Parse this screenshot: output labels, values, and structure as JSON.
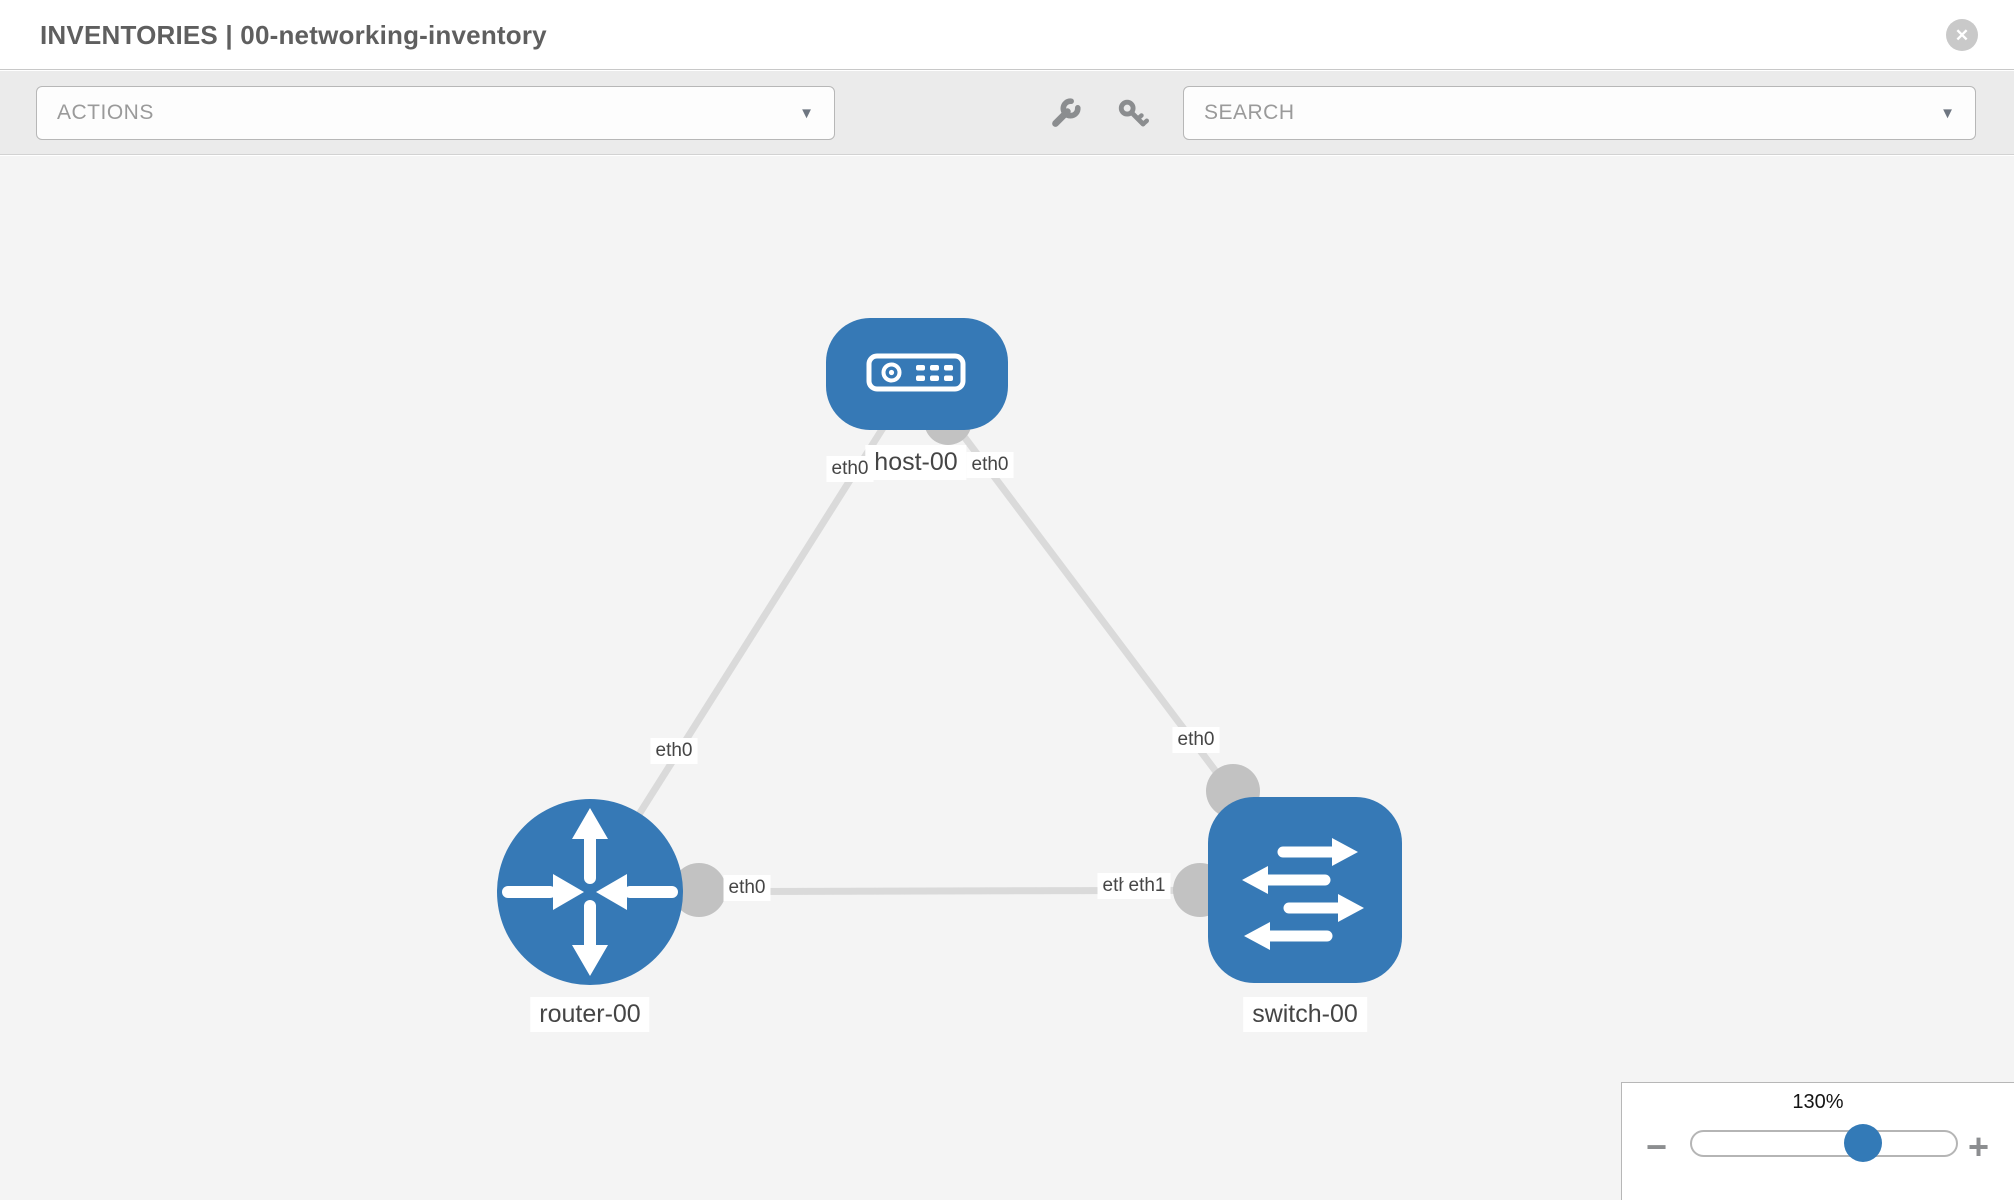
{
  "header": {
    "title": "INVENTORIES | 00-networking-inventory"
  },
  "toolbar": {
    "actions_label": "ACTIONS",
    "search_label": "SEARCH"
  },
  "icons": {
    "close_glyph": "✕",
    "dropdown_arrow_glyph": "▼",
    "zoom_out_glyph": "−",
    "zoom_in_glyph": "+"
  },
  "colors": {
    "node_blue": "#3679b6",
    "port_gray": "#c2c2c2",
    "edge_gray": "#dadada",
    "canvas_bg": "#f4f4f4",
    "slider_handle_blue": "#337ab7"
  },
  "topology": {
    "nodes": [
      {
        "label": "host-00",
        "type": "host"
      },
      {
        "label": "router-00",
        "type": "router"
      },
      {
        "label": "switch-00",
        "type": "switch"
      }
    ],
    "links": [
      {
        "from": "router-00",
        "to": "host-00"
      },
      {
        "from": "host-00",
        "to": "switch-00"
      },
      {
        "from": "router-00",
        "to": "switch-00"
      }
    ],
    "interface_labels": [
      {
        "text": "eth0"
      },
      {
        "text": "eth0"
      },
      {
        "text": "eth0"
      },
      {
        "text": "eth0"
      },
      {
        "text": "eth0"
      },
      {
        "text": "eth0"
      },
      {
        "text": "eth1"
      }
    ]
  },
  "zoom": {
    "level": "130%"
  }
}
